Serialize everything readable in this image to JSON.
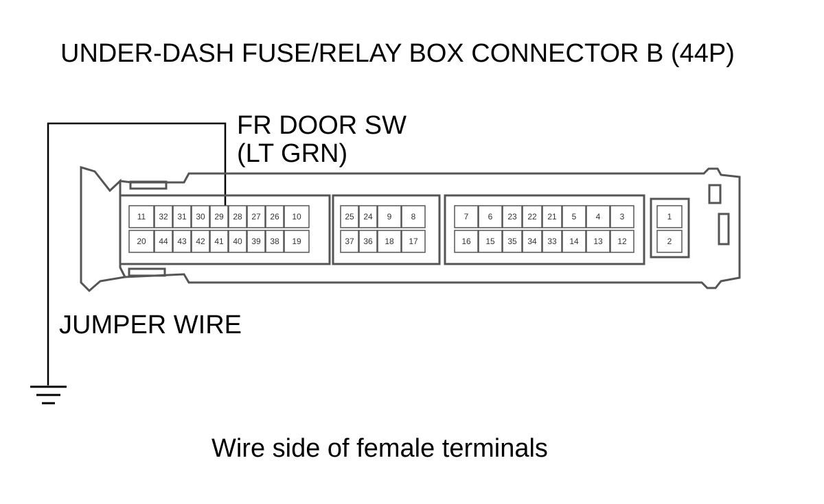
{
  "diagram": {
    "title": "UNDER-DASH FUSE/RELAY BOX CONNECTOR B (44P)",
    "terminal_label_line1": "FR DOOR SW",
    "terminal_label_line2": "(LT GRN)",
    "jumper_label": "JUMPER WIRE",
    "caption": "Wire side of female terminals",
    "ground_icon": "ground-symbol-icon",
    "jumper_pin": "29",
    "connector": {
      "blocks": [
        {
          "top": [
            "11",
            "32",
            "31",
            "30",
            "29",
            "28",
            "27",
            "26",
            "10"
          ],
          "bottom": [
            "20",
            "44",
            "43",
            "42",
            "41",
            "40",
            "39",
            "38",
            "19"
          ]
        },
        {
          "top": [
            "25",
            "24",
            "9",
            "8"
          ],
          "bottom": [
            "37",
            "36",
            "18",
            "17"
          ]
        },
        {
          "top": [
            "7",
            "6",
            "23",
            "22",
            "21",
            "5",
            "4",
            "3"
          ],
          "bottom": [
            "16",
            "15",
            "35",
            "34",
            "33",
            "14",
            "13",
            "12"
          ]
        },
        {
          "top": [
            "1"
          ],
          "bottom": [
            "2"
          ]
        }
      ]
    }
  }
}
